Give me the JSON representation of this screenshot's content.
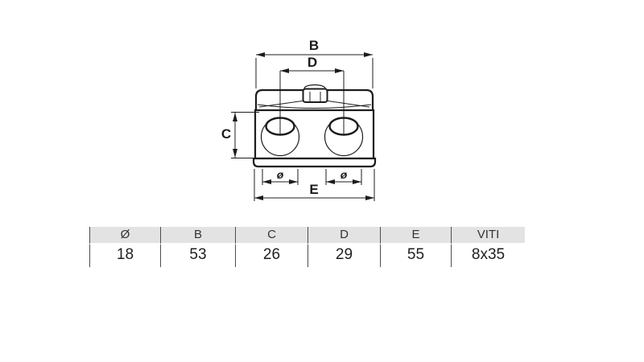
{
  "drawing": {
    "labels": {
      "b": "B",
      "d": "D",
      "c": "C",
      "e": "E",
      "dia": "ø"
    }
  },
  "table": {
    "headers": [
      "Ø",
      "B",
      "C",
      "D",
      "E",
      "VITI"
    ],
    "values": [
      "18",
      "53",
      "26",
      "29",
      "55",
      "8x35"
    ]
  },
  "colors": {
    "ink": "#1c1c1c",
    "table_line": "#4d4d4d",
    "header_bg": "#e3e3e3"
  }
}
